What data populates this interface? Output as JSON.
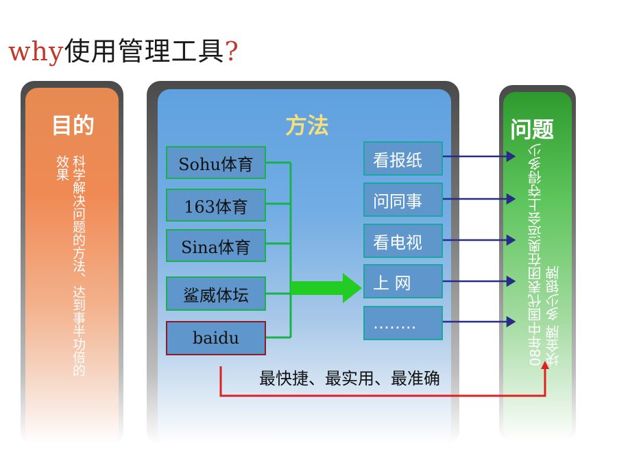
{
  "title": {
    "en": "why",
    "zh": "使用管理工具",
    "q": "?"
  },
  "left": {
    "header": "目的",
    "text": "科学解决问题的方法、达到事半功倍的效果"
  },
  "middle": {
    "header": "方法",
    "sources": [
      "Sohu体育",
      "163体育",
      "Sina体育",
      "鲨威体坛",
      "baidu"
    ],
    "targets": [
      "看报纸",
      "问同事",
      "看电视",
      "上  网",
      "…….."
    ],
    "summary": "最快捷、最实用、最准确"
  },
  "right": {
    "header": "问题",
    "text": "08年中国代表团在奥运会上夺得多少块金牌 多少银牌"
  },
  "colors": {
    "accent_red": "#c0392b",
    "box_border_green": "#19b24a",
    "baidu_border": "#8b1a2a",
    "arrow_navy": "#2a2a8a",
    "arrow_red": "#e02020",
    "arrow_green": "#22cc22"
  }
}
